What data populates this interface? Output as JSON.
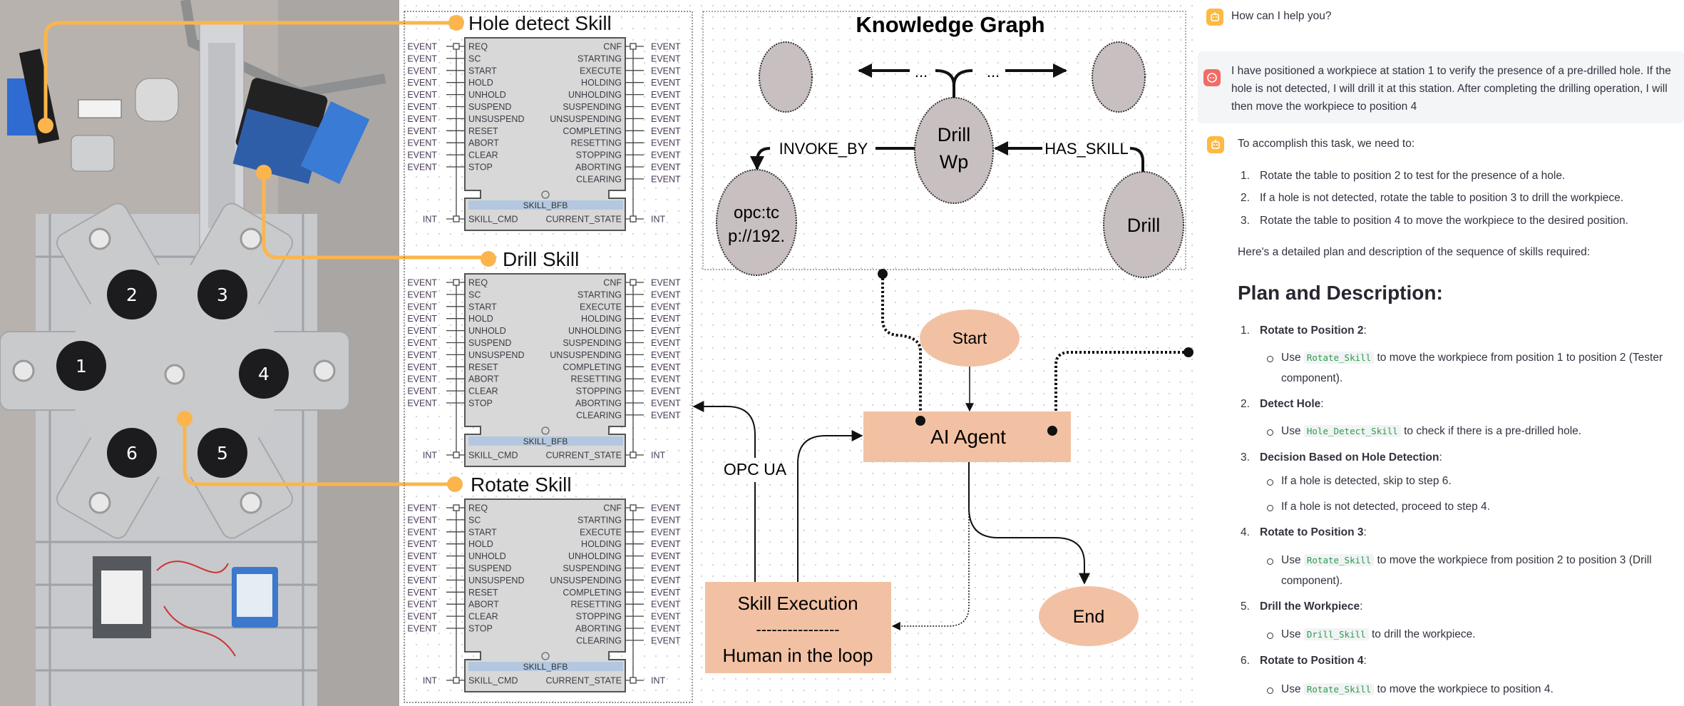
{
  "colors": {
    "orange_connector": "#fbb54c",
    "node_fill": "#c8bfc0",
    "flow_fill": "#f2c1a3",
    "fb_body": "#d8d8d8",
    "fb_bar": "#b3c8e0",
    "bot_icon": "#fdb940",
    "user_icon": "#f26b64",
    "code_text": "#2e9c4d"
  },
  "photo": {
    "positions": [
      "1",
      "2",
      "3",
      "4",
      "5",
      "6"
    ]
  },
  "skills": [
    {
      "title": "Hole detect Skill"
    },
    {
      "title": "Drill Skill"
    },
    {
      "title": "Rotate Skill"
    }
  ],
  "fb": {
    "event_type": "EVENT",
    "int_type": "INT",
    "inputs": [
      "REQ",
      "SC",
      "START",
      "HOLD",
      "UNHOLD",
      "SUSPEND",
      "UNSUSPEND",
      "RESET",
      "ABORT",
      "CLEAR",
      "STOP"
    ],
    "outputs": [
      "CNF",
      "STARTING",
      "EXECUTE",
      "HOLDING",
      "UNHOLDING",
      "SUSPENDING",
      "UNSUSPENDING",
      "COMPLETING",
      "RESETTING",
      "STOPPING",
      "ABORTING",
      "CLEARING"
    ],
    "type_name": "SKILL_BFB",
    "data_input": "SKILL_CMD",
    "data_output": "CURRENT_STATE"
  },
  "knowledge_graph": {
    "title": "Knowledge Graph",
    "nodes": {
      "center": [
        "Drill",
        "Wp"
      ],
      "opc": [
        "opc:tc",
        "p://192."
      ],
      "drill": "Drill"
    },
    "edges": {
      "invoke": "INVOKE_BY",
      "has_skill": "HAS_SKILL",
      "ellipsis": "..."
    }
  },
  "flow": {
    "start": "Start",
    "agent": "AI Agent",
    "end": "End",
    "skill_exec": "Skill Execution",
    "separator": "----------------",
    "human": "Human in the loop",
    "opc_ua": "OPC UA"
  },
  "chat": {
    "greeting": "How can I help you?",
    "user_message": "I have positioned a workpiece at station 1 to verify the presence of a pre-drilled hole. If the hole is not detected, I will drill it at this station. After completing the drilling operation, I will then move the workpiece to position 4",
    "intro": "To accomplish this task, we need to:",
    "steps": [
      {
        "num": "1.",
        "text": "Rotate the table to position 2 to test for the presence of a hole."
      },
      {
        "num": "2.",
        "text": "If a hole is not detected, rotate the table to position 3 to drill the workpiece."
      },
      {
        "num": "3.",
        "text": "Rotate the table to position 4 to move the workpiece to the desired position."
      }
    ],
    "plan_intro": "Here's a detailed plan and description of the sequence of skills required:",
    "plan_heading": "Plan and Description:",
    "plan": [
      {
        "num": "1.",
        "title": "Rotate to Position 2",
        "colon": ":",
        "subs": [
          {
            "pre": "Use ",
            "code": "Rotate_Skill",
            "post": " to move the workpiece from position 1 to position 2 (Tester component)."
          }
        ]
      },
      {
        "num": "2.",
        "title": "Detect Hole",
        "colon": ":",
        "subs": [
          {
            "pre": "Use ",
            "code": "Hole_Detect_Skill",
            "post": " to check if there is a pre-drilled hole."
          }
        ]
      },
      {
        "num": "3.",
        "title": "Decision Based on Hole Detection",
        "colon": ":",
        "subs": [
          {
            "pre": "If a hole is detected, skip to step 6."
          },
          {
            "pre": "If a hole is not detected, proceed to step 4."
          }
        ]
      },
      {
        "num": "4.",
        "title": "Rotate to Position 3",
        "colon": ":",
        "subs": [
          {
            "pre": "Use ",
            "code": "Rotate_Skill",
            "post": " to move the workpiece from position 2 to position 3 (Drill component)."
          }
        ]
      },
      {
        "num": "5.",
        "title": "Drill the Workpiece",
        "colon": ":",
        "subs": [
          {
            "pre": "Use ",
            "code": "Drill_Skill",
            "post": " to drill the workpiece."
          }
        ]
      },
      {
        "num": "6.",
        "title": "Rotate to Position 4",
        "colon": ":",
        "subs": [
          {
            "pre": "Use ",
            "code": "Rotate_Skill",
            "post": " to move the workpiece to position 4."
          }
        ]
      }
    ]
  }
}
